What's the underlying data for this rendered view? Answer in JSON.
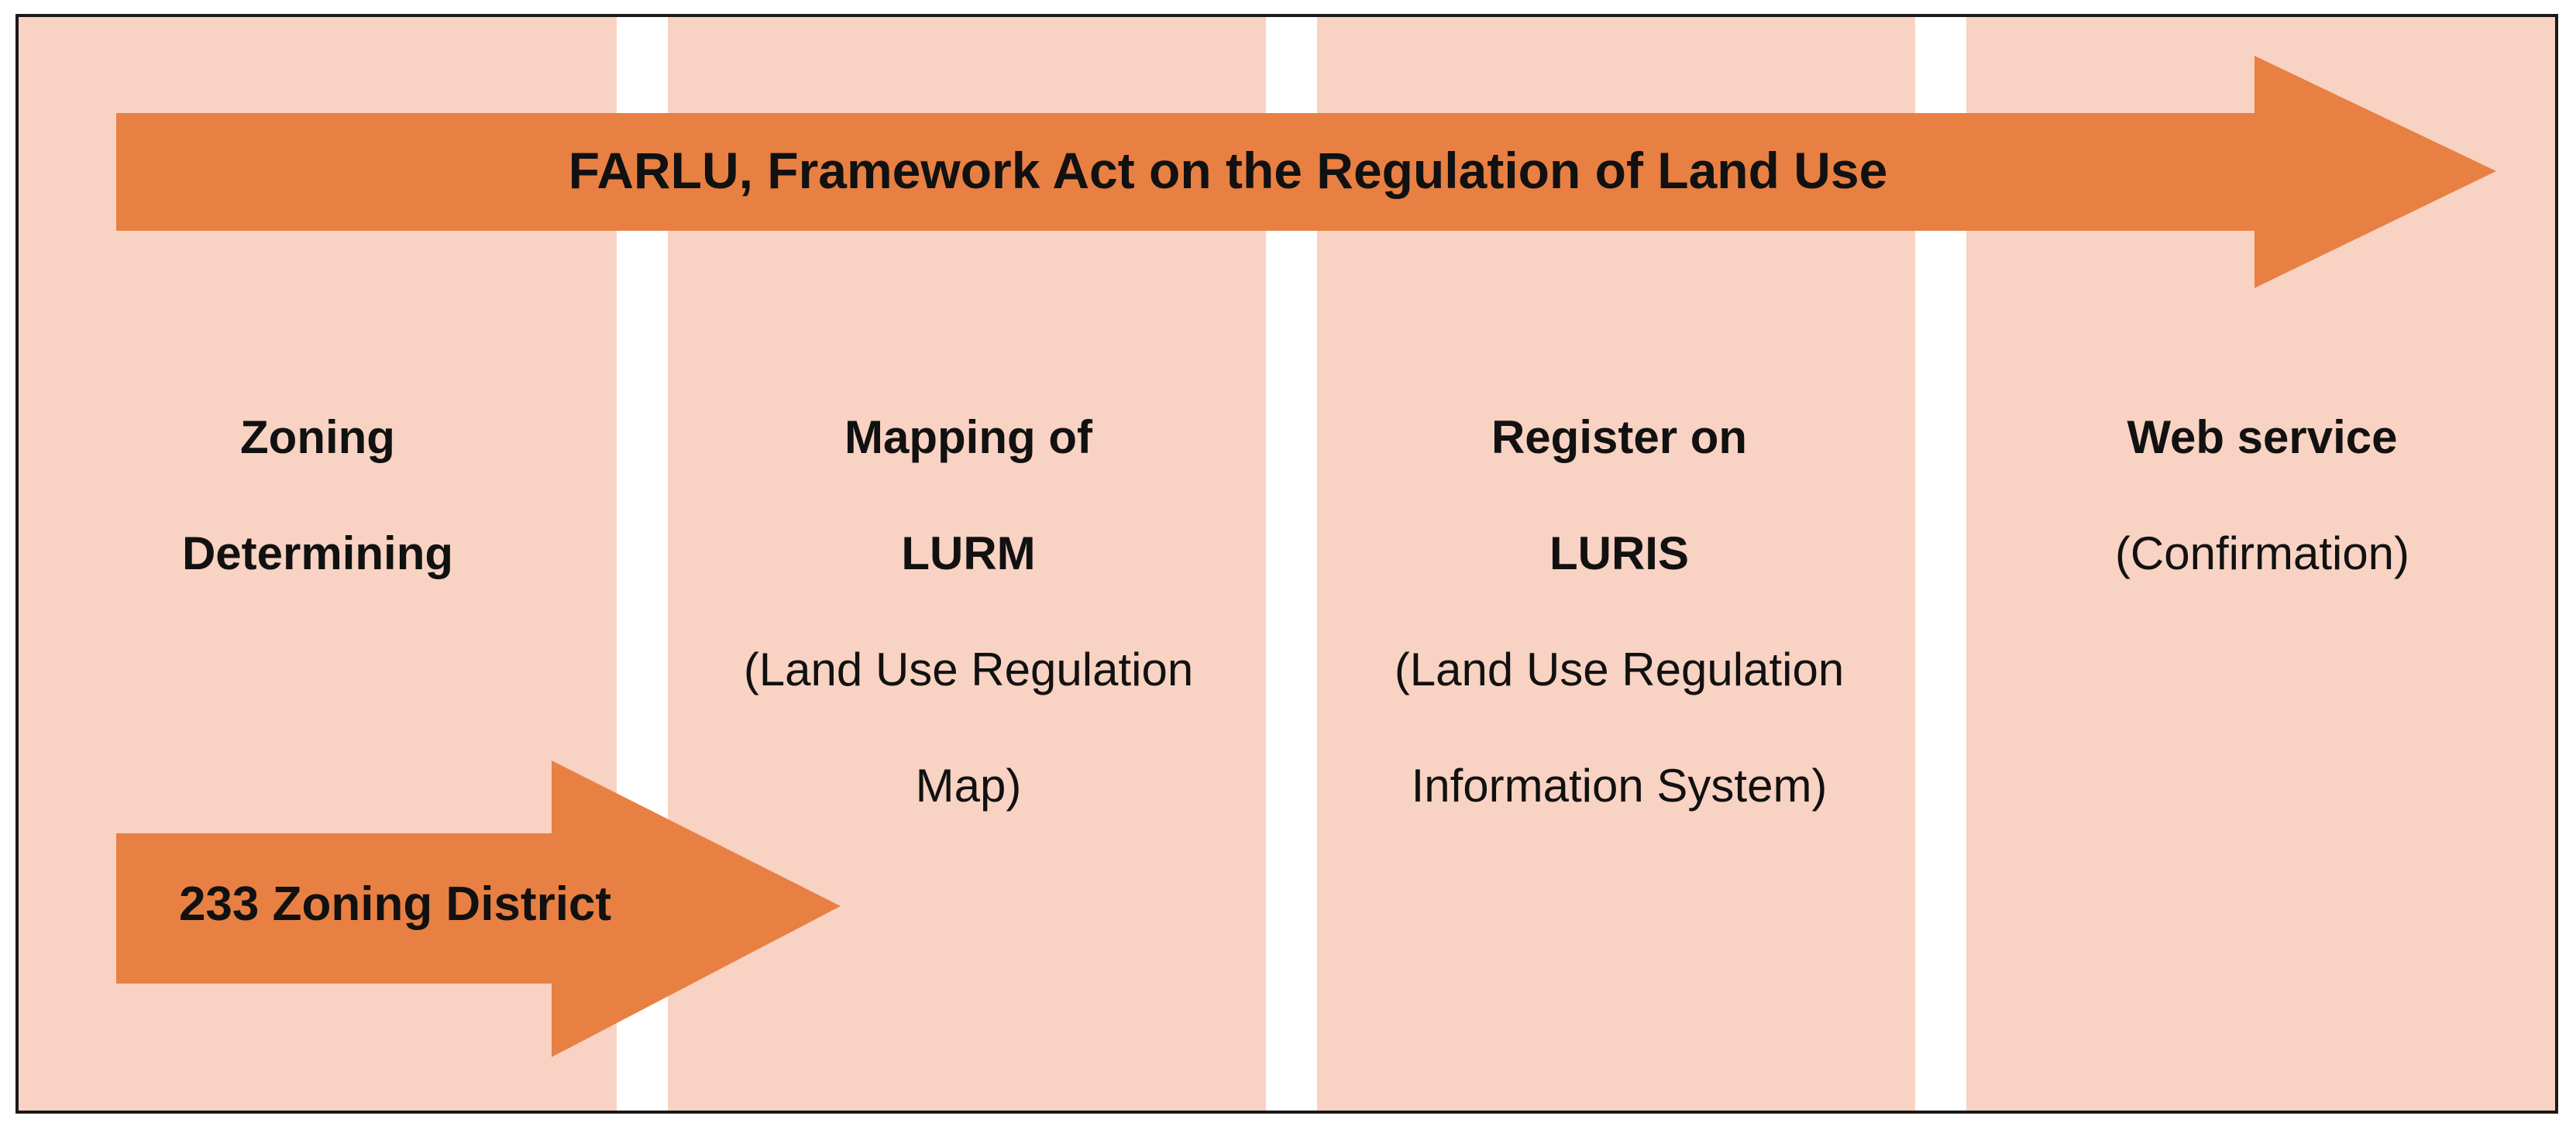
{
  "main_arrow": {
    "label": "FARLU, Framework Act on the Regulation of Land Use"
  },
  "sub_arrow": {
    "label": "233 Zoning District"
  },
  "steps": [
    {
      "title": [
        "Zoning",
        "Determining"
      ],
      "description": []
    },
    {
      "title": [
        "Mapping of",
        "LURM"
      ],
      "description": [
        "(Land Use Regulation",
        "Map)"
      ]
    },
    {
      "title": [
        "Register on",
        "LURIS"
      ],
      "description": [
        "(Land Use Regulation",
        "Information System)"
      ]
    },
    {
      "title": [
        "Web service"
      ],
      "description": [
        "(Confirmation)"
      ]
    }
  ],
  "colors": {
    "panel_fill": "#f8d2c2",
    "arrow_fill": "#e88043",
    "gap_fill": "#ffffff",
    "border": "#1a1a1a"
  }
}
